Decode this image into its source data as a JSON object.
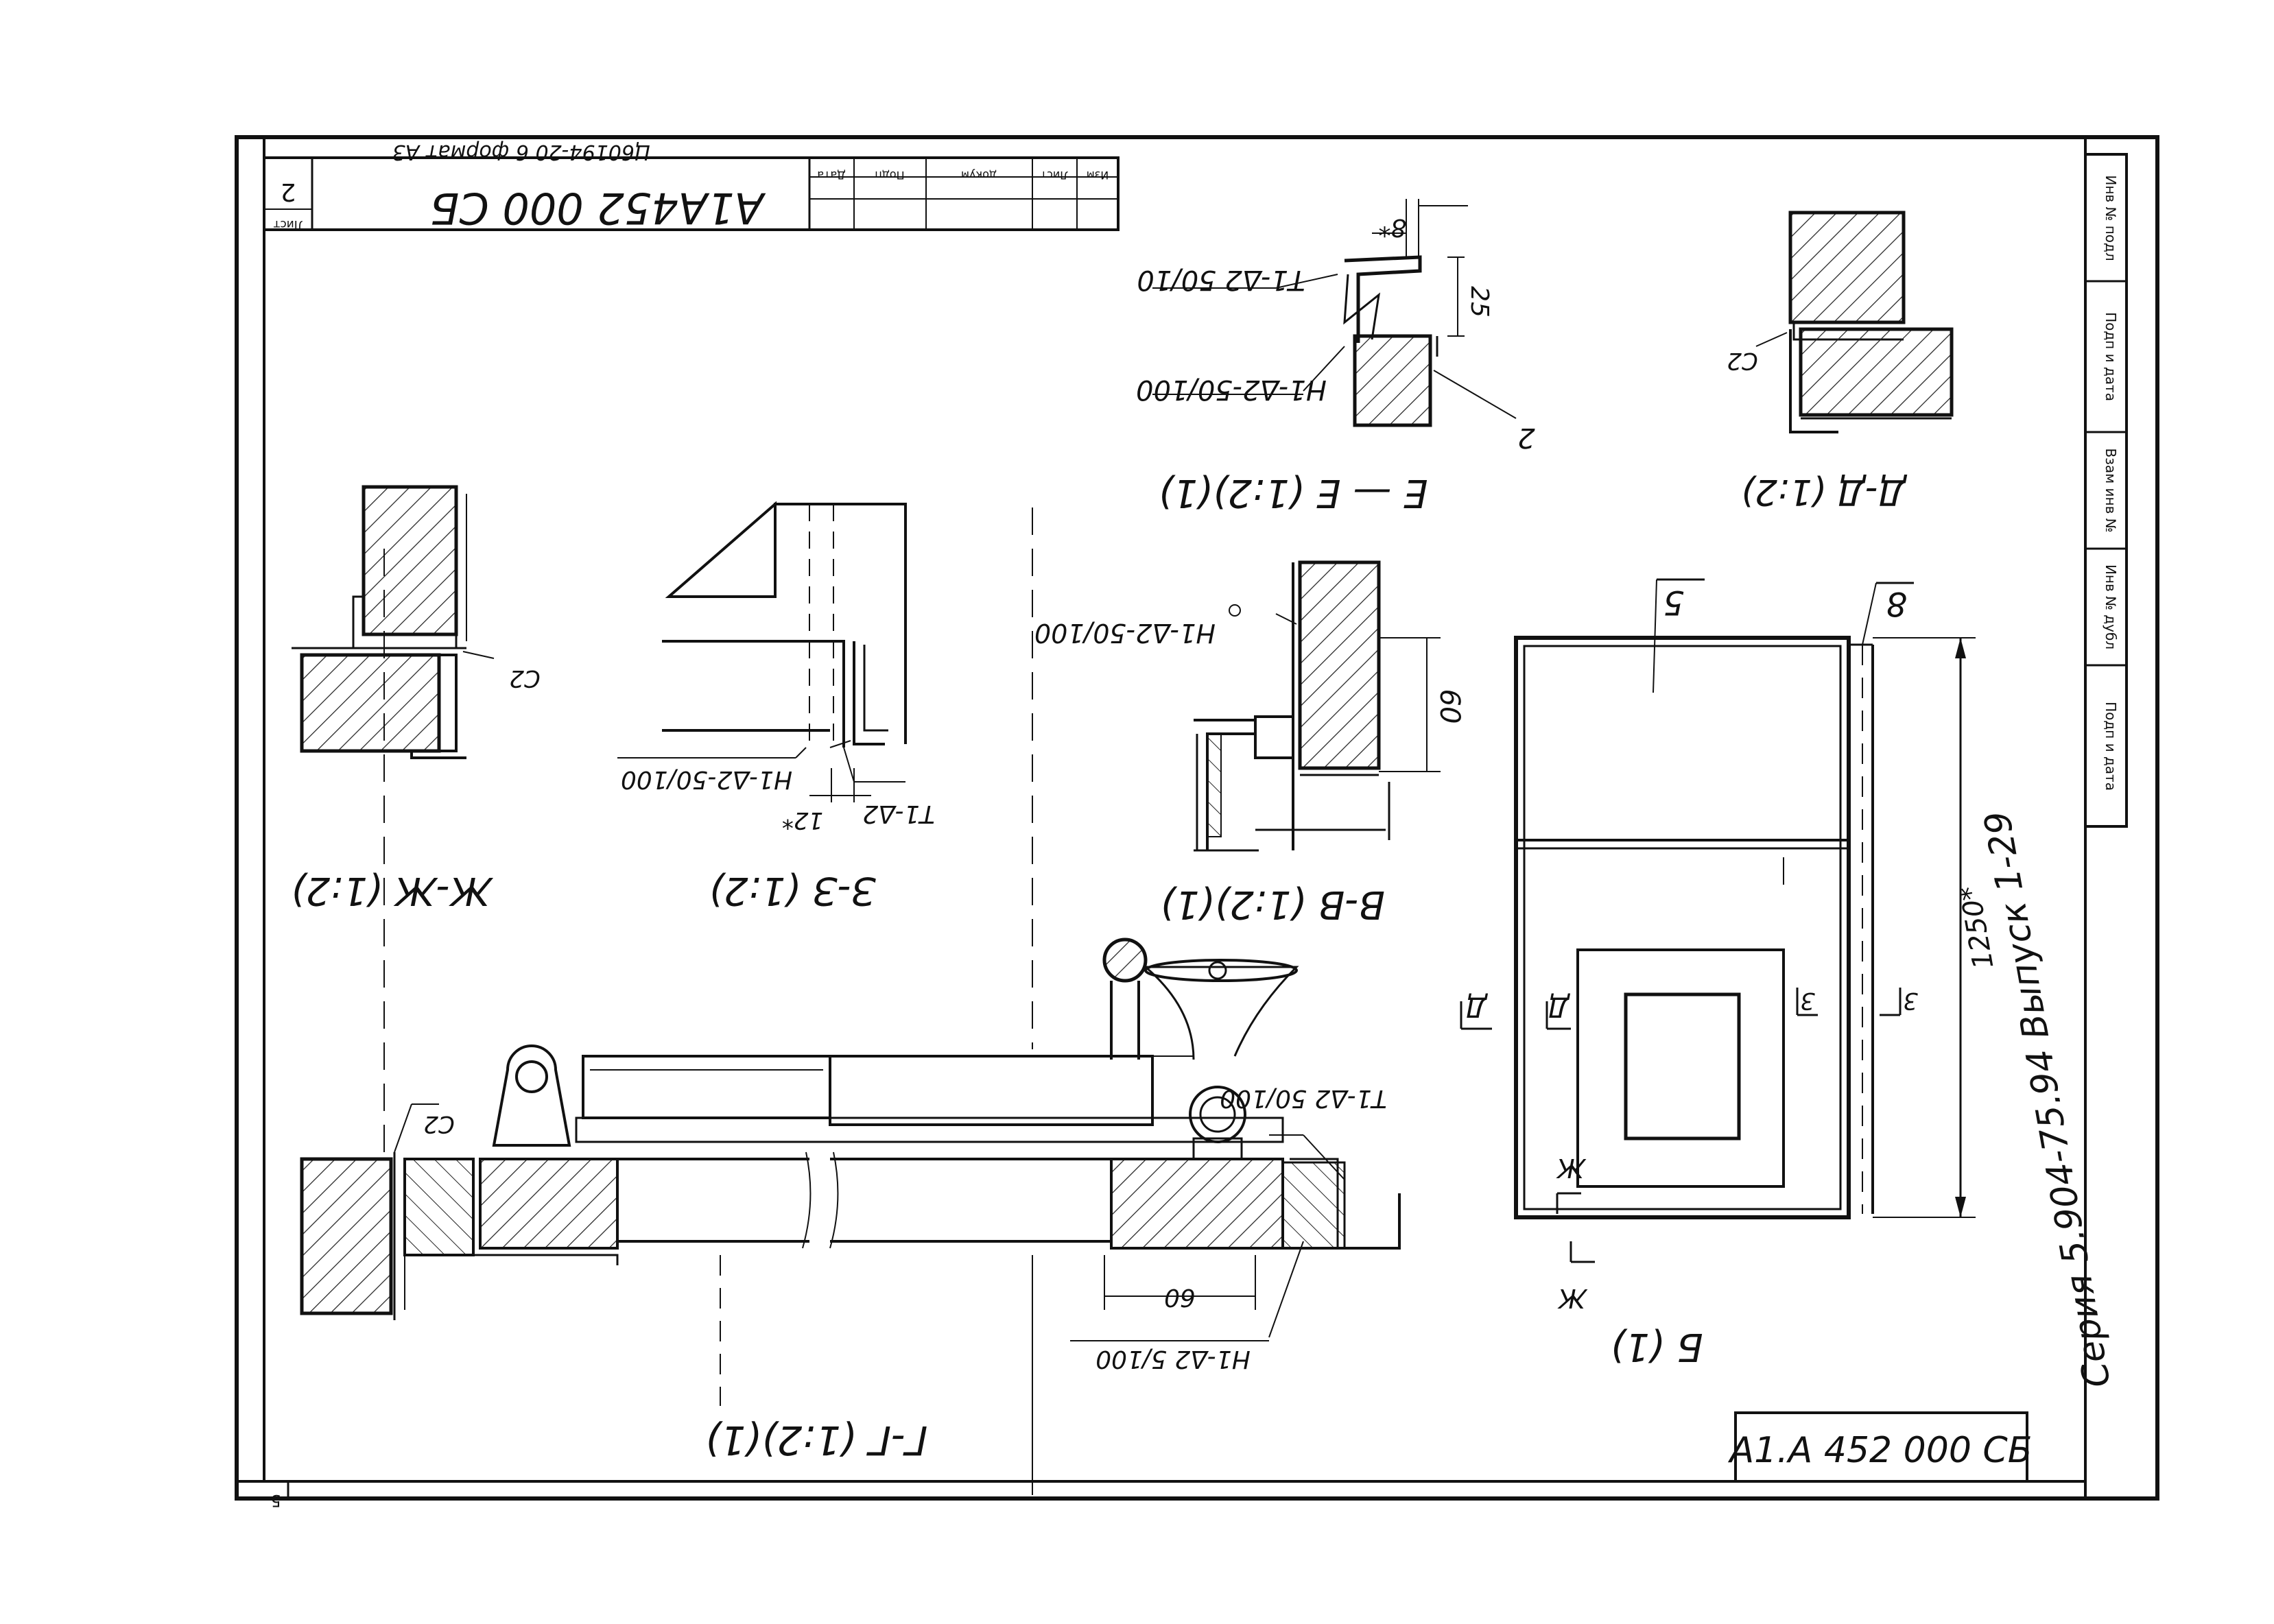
{
  "sheet": {
    "designation": "А1А452 000 СБ",
    "designation_stamp": "А1.А 452 000 СБ",
    "sheet_label": "Лист",
    "sheet_number": "2",
    "corner_number": "5",
    "format_note": "Ц60194-20 6 формат А3",
    "series": "Серия 5.904-75.94 Выпуск 1-29",
    "title_headers": [
      "Изм",
      "Лист",
      "докум",
      "Подп",
      "Дата"
    ]
  },
  "side_stamp": [
    "Инв № подл",
    "Подп и дата",
    "Взам инв №",
    "Инв № дубл",
    "Подп и дата"
  ],
  "views": {
    "gg": {
      "title": "Г-Г (1:2)(1)",
      "weld1": "Т1-Δ2 50/100",
      "weld2": "Н1-Δ2 5/100",
      "c2": "С2",
      "dim": "60"
    },
    "b": {
      "title": "Б (1)",
      "dim": "1250*",
      "m5": "5",
      "m8": "8",
      "sec3": "3",
      "secd": "Д",
      "secz": "Ж"
    },
    "zhzh": {
      "title": "Ж-Ж (1:2)",
      "c2": "С2"
    },
    "zz": {
      "title": "З-З (1:2)",
      "weld1": "Н1-Δ2-50/100",
      "weld2": "Т1-Δ2",
      "dim": "12*"
    },
    "vv": {
      "title": "В-В (1:2)(1)",
      "weld": "Н1-Δ2-50/100",
      "dim": "60"
    },
    "ee": {
      "title": "Е — Е (1:2)(1)",
      "weld1": "Т1-Δ2 50/10",
      "weld2": "Н1-Δ2-50/100",
      "dim1": "25",
      "dim2": "8*",
      "leader": "2"
    },
    "dd": {
      "title": "Д-Д (1:2)",
      "c2": "С2"
    }
  }
}
